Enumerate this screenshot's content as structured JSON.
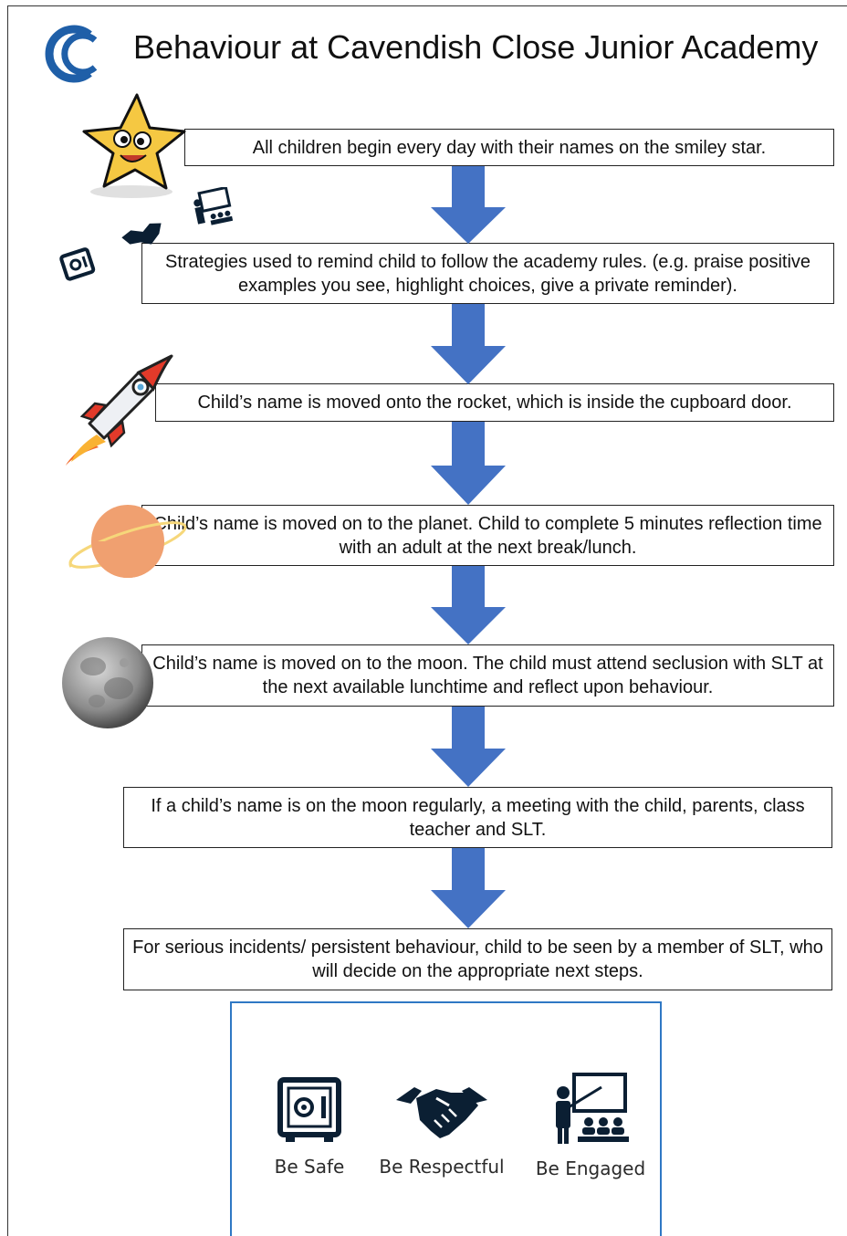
{
  "title": "Behaviour at Cavendish Close Junior Academy",
  "steps": [
    {
      "text": "All children begin every day with their names on the smiley star.",
      "icon": "smiley-star-icon"
    },
    {
      "text": "Strategies used to remind child to follow the academy rules. (e.g. praise positive examples you see, highlight choices, give a private reminder).",
      "icon": "values-icons-cluster"
    },
    {
      "text": "Child’s name is moved onto the rocket, which is inside the cupboard door.",
      "icon": "rocket-icon"
    },
    {
      "text": "Child’s name is moved on to the planet. Child to complete 5 minutes reflection time with an adult at the next break/lunch.",
      "icon": "planet-icon"
    },
    {
      "text": "Child’s name is moved on to the moon. The child must attend seclusion with SLT at the next available lunchtime and reflect upon behaviour.",
      "icon": "moon-icon"
    },
    {
      "text": "If a child’s name is on the moon regularly, a meeting with the child, parents, class teacher and SLT.",
      "icon": ""
    },
    {
      "text": "For serious incidents/ persistent behaviour, child to be seen by a member of SLT, who will decide on the appropriate next steps.",
      "icon": ""
    }
  ],
  "values": [
    {
      "label": "Be Safe",
      "icon": "safe-icon"
    },
    {
      "label": "Be Respectful",
      "icon": "handshake-icon"
    },
    {
      "label": "Be Engaged",
      "icon": "teacher-icon"
    }
  ],
  "colors": {
    "arrow": "#4472c4",
    "logo": "#1f5fa8",
    "values_border": "#2f78c4",
    "icon_dark": "#0b1f33",
    "planet": "#f0a070",
    "star": "#f5c842"
  }
}
